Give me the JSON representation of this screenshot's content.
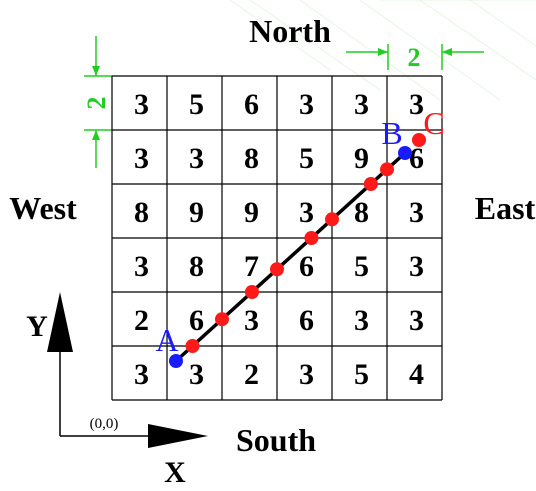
{
  "directions": {
    "north": "North",
    "south": "South",
    "east": "East",
    "west": "West"
  },
  "dimensions": {
    "cell_width": "2",
    "cell_height": "2"
  },
  "axes": {
    "y_label": "Y",
    "x_label": "X",
    "origin_label": "(0,0)"
  },
  "grid": {
    "rows": [
      [
        "3",
        "5",
        "6",
        "3",
        "3",
        "3"
      ],
      [
        "3",
        "3",
        "8",
        "5",
        "9",
        "6"
      ],
      [
        "8",
        "9",
        "9",
        "3",
        "8",
        "3"
      ],
      [
        "3",
        "8",
        "7",
        "6",
        "5",
        "3"
      ],
      [
        "2",
        "6",
        "3",
        "6",
        "3",
        "3"
      ],
      [
        "3",
        "3",
        "2",
        "3",
        "5",
        "4"
      ]
    ]
  },
  "points": {
    "A": {
      "label": "A",
      "color": "#1a1aff"
    },
    "B": {
      "label": "B",
      "color": "#1a1aff"
    },
    "C": {
      "label": "C",
      "color": "#ff1a1a"
    }
  },
  "path": {
    "color": "#000000",
    "intersection_color": "#ff1a1a"
  }
}
